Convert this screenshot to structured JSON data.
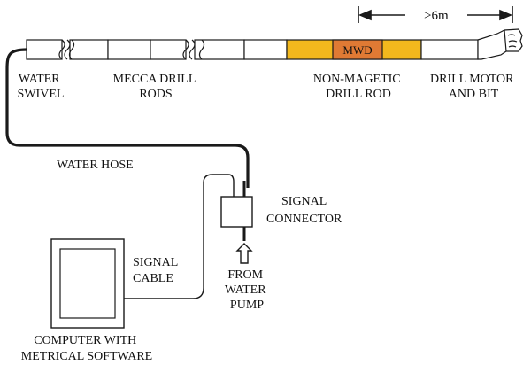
{
  "labels": {
    "distance": "≥6m",
    "mwd": "MWD",
    "water_swivel": [
      "WATER",
      "SWIVEL"
    ],
    "drill_rods": [
      "MECCA DRILL",
      "RODS"
    ],
    "non_magnetic": [
      "NON-MAGETIC",
      "DRILL ROD"
    ],
    "drill_motor": [
      "DRILL MOTOR",
      "AND BIT"
    ],
    "water_hose": "WATER HOSE",
    "signal_connector": [
      "SIGNAL",
      "CONNECTOR"
    ],
    "signal_cable": [
      "SIGNAL",
      "CABLE"
    ],
    "from_pump": [
      "FROM",
      "WATER",
      "PUMP"
    ],
    "computer": [
      "COMPUTER WITH",
      "METRICAL SOFTWARE"
    ]
  },
  "colors": {
    "nonmag_rod": "#f2b81d",
    "mwd": "#e07a34",
    "line": "#1a1a1a"
  }
}
